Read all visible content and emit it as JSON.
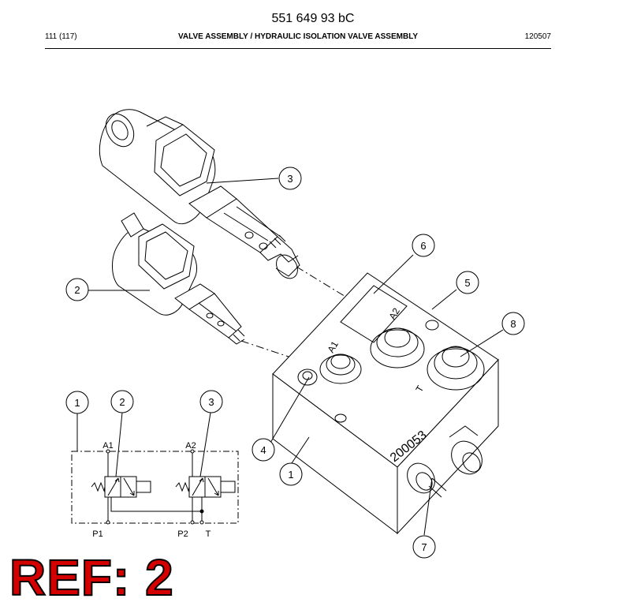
{
  "header": {
    "doc_number": "551 649 93 bC",
    "page": "111 (117)",
    "title": "VALVE ASSEMBLY / HYDRAULIC ISOLATION VALVE ASSEMBLY",
    "code": "120507"
  },
  "callouts": {
    "c1_main": "1",
    "c2_main": "2",
    "c3_main": "3",
    "c4_main": "4",
    "c5_main": "5",
    "c6_main": "6",
    "c7_main": "7",
    "c8_main": "8",
    "c1_schem": "1",
    "c2_schem": "2",
    "c3_schem": "3"
  },
  "block_labels": {
    "port_a1": "A1",
    "port_a2": "A2",
    "port_t": "T",
    "serial": "200053"
  },
  "schematic": {
    "a1": "A1",
    "a2": "A2",
    "p1": "P1",
    "p2": "P2",
    "t": "T"
  },
  "reference": "REF: 2"
}
